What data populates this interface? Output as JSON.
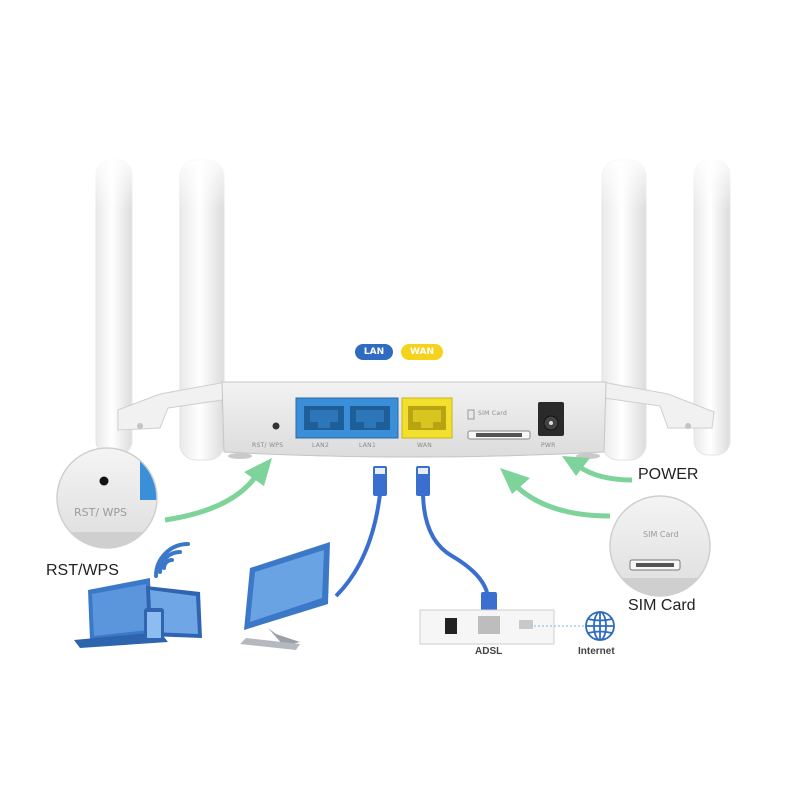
{
  "colors": {
    "lan": "#2f6bc0",
    "wan": "#f5d21c",
    "lan_port": "#3b8fd9",
    "wan_port": "#f2df2e",
    "arrow": "#7ed39a",
    "cable_blue": "#3a6fd0",
    "device_blue": "#3c78c8"
  },
  "tags": {
    "lan": "LAN",
    "wan": "WAN"
  },
  "router_panel": {
    "rst_wps": "RST/ WPS",
    "lan2": "LAN2",
    "lan1": "LAN1",
    "wan": "WAN",
    "sim_card": "SIM Card",
    "pwr": "PWR"
  },
  "callouts": {
    "power": "POWER",
    "rst_wps": "RST/WPS",
    "sim_card": "SIM Card"
  },
  "zoom": {
    "rst_wps": "RST/ WPS",
    "sim_card": "SIM Card"
  },
  "modem": {
    "label": "ADSL"
  },
  "internet": {
    "label": "Internet",
    "icon": "globe-icon"
  }
}
